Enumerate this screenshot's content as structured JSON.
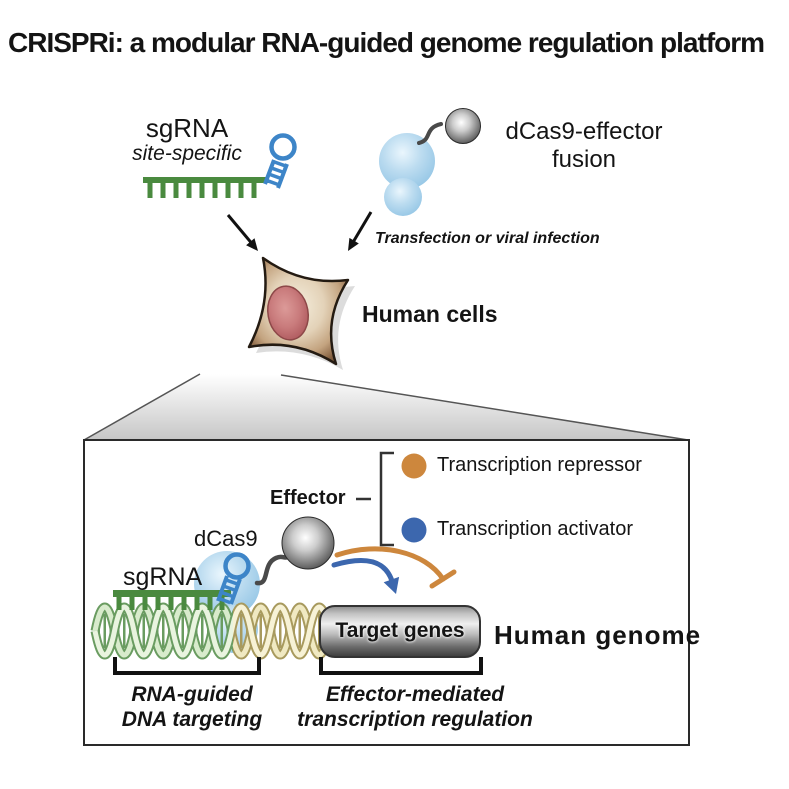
{
  "title": "CRISPRi: a modular RNA-guided genome regulation platform",
  "top": {
    "sgrna_label": "sgRNA",
    "sgrna_sublabel": "site-specific",
    "fusion_label_line1": "dCas9-effector",
    "fusion_label_line2": "fusion",
    "delivery_note": "Transfection or viral infection",
    "cells_label": "Human cells"
  },
  "panel": {
    "effector_label": "Effector",
    "legend": [
      {
        "label": "Transcription repressor",
        "color": "#cd873d"
      },
      {
        "label": "Transcription activator",
        "color": "#3c67ae"
      }
    ],
    "dcas9_label": "dCas9",
    "sgrna_label": "sgRNA",
    "target_label": "Target genes",
    "genome_label": "Human genome",
    "caption_left": [
      "RNA-guided",
      "DNA targeting"
    ],
    "caption_right": [
      "Effector-mediated",
      "transcription regulation"
    ]
  },
  "colors": {
    "sgrna_green": "#4a8a3f",
    "rna_blue": "#3d85c8",
    "dcas9_blue": "#a5cfe9",
    "effector_gray": "#6e6e6e",
    "repressor_orange": "#cd873d",
    "activator_blue": "#3c67ae",
    "cell_brown": "#9a7452",
    "nucleus_red": "#b35f63"
  }
}
